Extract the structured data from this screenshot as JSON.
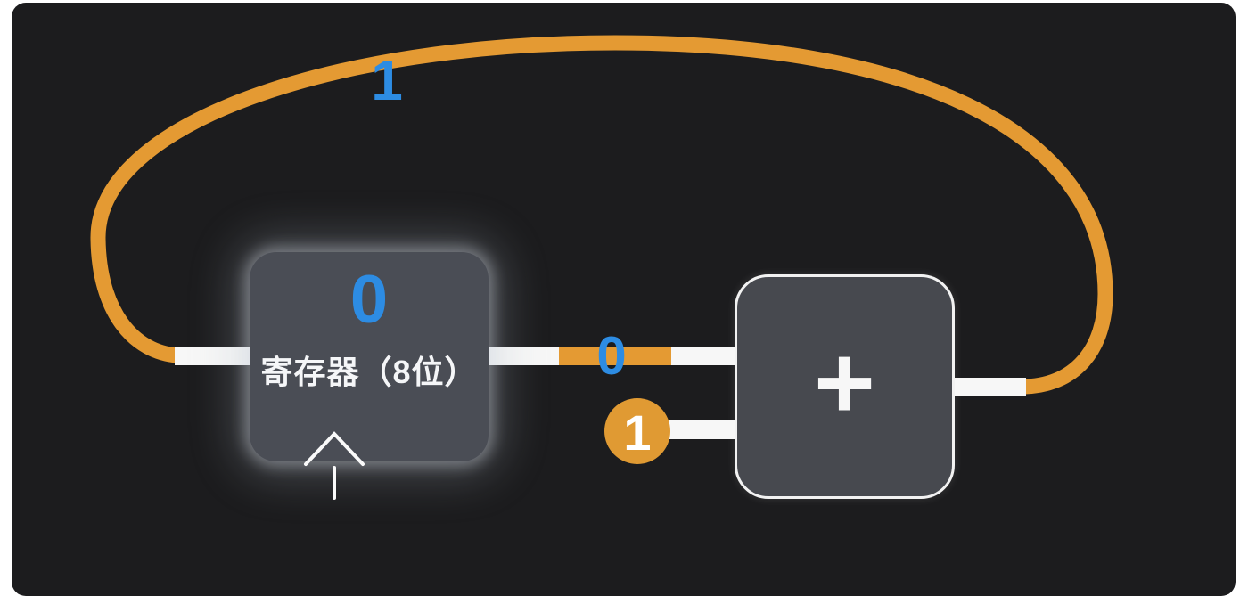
{
  "panel": {
    "background": "#1C1C1E",
    "page_background": "#FFFFFF"
  },
  "colors": {
    "wire_white": "#F7F7F7",
    "signal_orange": "#E49A33",
    "bit_blue": "#2D8CE3",
    "register_fill": "#4A4D55",
    "adder_fill": "#47494F",
    "adder_border": "#F2F2F2"
  },
  "register": {
    "value": "0",
    "label": "寄存器（8位）"
  },
  "adder": {
    "operator": "+"
  },
  "signals": {
    "feedback_bit": "1",
    "sum_bit": "0",
    "carry_in": "1"
  }
}
